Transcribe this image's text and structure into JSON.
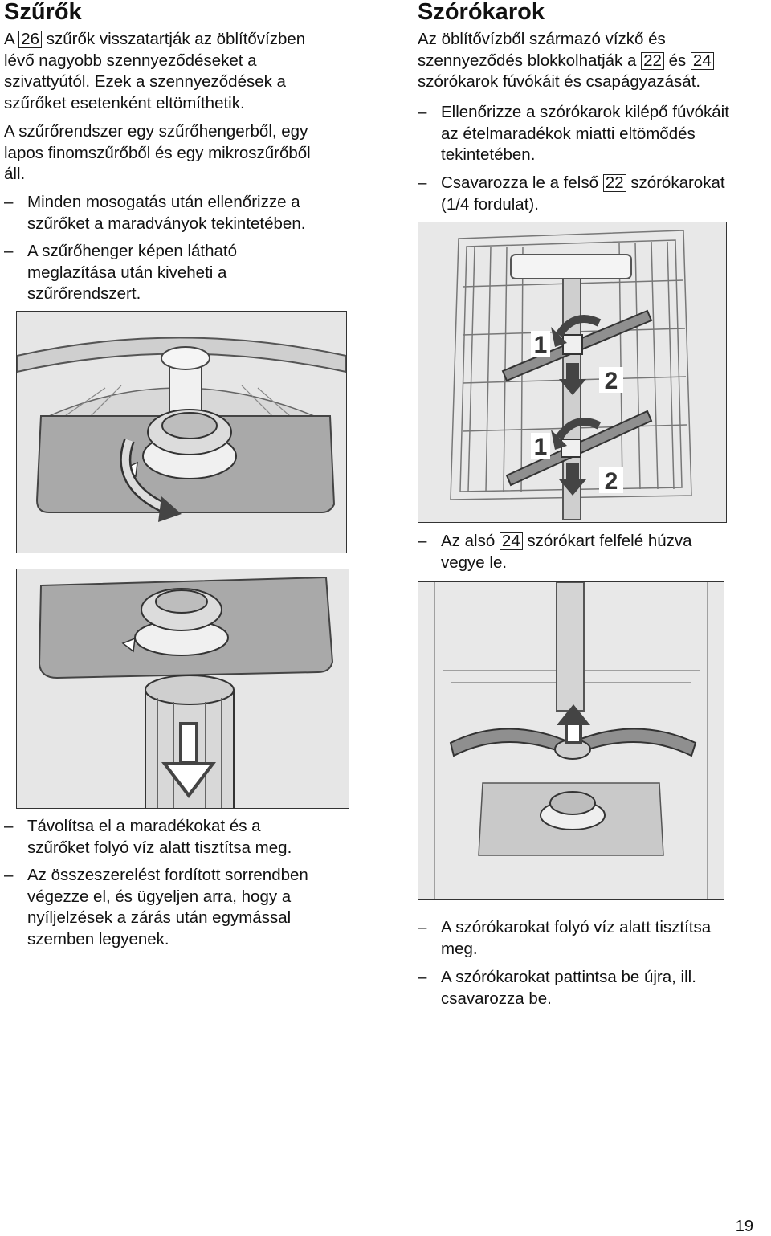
{
  "left": {
    "heading": "Szűrők",
    "intro": {
      "pre": "A ",
      "ref": "26",
      "line1": " szűrők visszatartják az öblítővízben",
      "line2": "lévő nagyobb szennyeződéseket a",
      "line3": "szivattyútól. Ezek a szennyeződések a",
      "line4": "szűrőket esetenként eltömíthetik."
    },
    "system": {
      "line1": "A szűrőrendszer egy szűrőhengerből, egy",
      "line2": "lapos finomszűrőből és egy mikroszűrőből",
      "line3": "áll."
    },
    "bullets": [
      {
        "line1": "Minden mosogatás után ellenőrizze a",
        "line2": "szűrőket a maradványok tekintetében."
      },
      {
        "line1": "A szűrőhenger képen látható",
        "line2": "meglazítása után kiveheti a",
        "line3": "szűrőrendszert."
      },
      {
        "line1": "Távolítsa el a maradékokat és a",
        "line2": "szűrőket folyó víz alatt tisztítsa meg."
      },
      {
        "line1": "Az összeszerelést fordított sorrendben",
        "line2": "végezze el, és ügyeljen arra, hogy a",
        "line3": "nyíljelzések a zárás után egymással",
        "line4": "szemben legyenek."
      }
    ]
  },
  "right": {
    "heading": "Szórókarok",
    "intro": {
      "line1": "Az öblítővízből származó vízkő és",
      "line2_pre": "szennyeződés blokkolhatják a ",
      "ref_a": "22",
      "line2_mid": " és ",
      "ref_b": "24",
      "line3": "szórókarok fúvókáit és csapágyazását."
    },
    "bullets": [
      {
        "line1": "Ellenőrizze a szórókarok kilépő fúvókáit",
        "line2": "az ételmaradékok miatti eltömődés",
        "line3": "tekintetében."
      },
      {
        "pre": "Csavarozza le a felső ",
        "ref": "22",
        "post": " szórókarokat",
        "line2": "(1/4 fordulat)."
      },
      {
        "pre": "Az alsó ",
        "ref": "24",
        "post": " szórókart felfelé húzva",
        "line2": "vegye le."
      },
      {
        "line1": "A szórókarokat folyó víz alatt tisztítsa",
        "line2": "meg."
      },
      {
        "line1": "A szórókarokat pattintsa be újra, ill.",
        "line2": "csavarozza be."
      }
    ],
    "figure_labels": {
      "step1": "1",
      "step2": "2"
    }
  },
  "dash": "–",
  "page_number": "19"
}
